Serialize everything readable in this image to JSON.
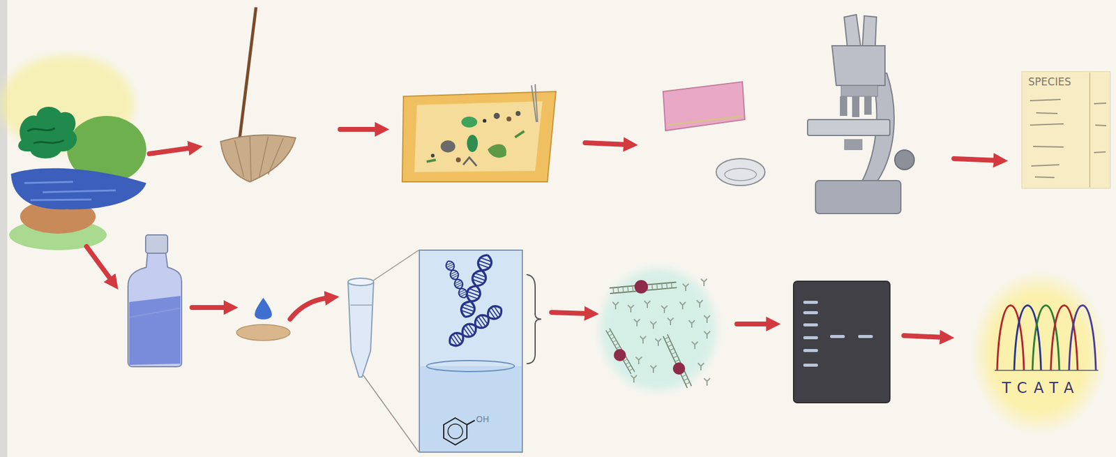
{
  "diagram": {
    "nodes": [
      {
        "text": [
          "SPECIES"
        ]
      },
      {
        "text": [
          "OH"
        ]
      },
      {
        "text": [
          "TCATA"
        ]
      }
    ]
  }
}
